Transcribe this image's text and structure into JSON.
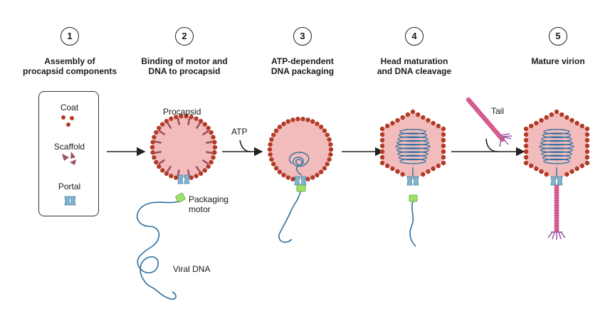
{
  "steps": [
    {
      "number": "1",
      "title_line1": "Assembly of",
      "title_line2": "procapsid components"
    },
    {
      "number": "2",
      "title_line1": "Binding of motor and",
      "title_line2": "DNA to procapsid"
    },
    {
      "number": "3",
      "title_line1": "ATP-dependent",
      "title_line2": "DNA packaging"
    },
    {
      "number": "4",
      "title_line1": "Head maturation",
      "title_line2": "and DNA cleavage"
    },
    {
      "number": "5",
      "title_line1": "Mature virion",
      "title_line2": ""
    }
  ],
  "components": {
    "coat": "Coat",
    "scaffold": "Scaffold",
    "portal": "Portal"
  },
  "labels": {
    "procapsid": "Procapsid",
    "atp": "ATP",
    "packaging_motor_line1": "Packaging",
    "packaging_motor_line2": "motor",
    "viral_dna": "Viral DNA",
    "tail": "Tail"
  },
  "colors": {
    "capsid_fill": "#f2bcbc",
    "capsid_bead": "#b23a26",
    "scaffold": "#a0505e",
    "portal": "#7fb4d1",
    "dna": "#2c6fa0",
    "motor": "#9ee26a",
    "tail": "#e0679c",
    "tail_fibers": "#8a3e9c",
    "arrow": "#222222"
  }
}
